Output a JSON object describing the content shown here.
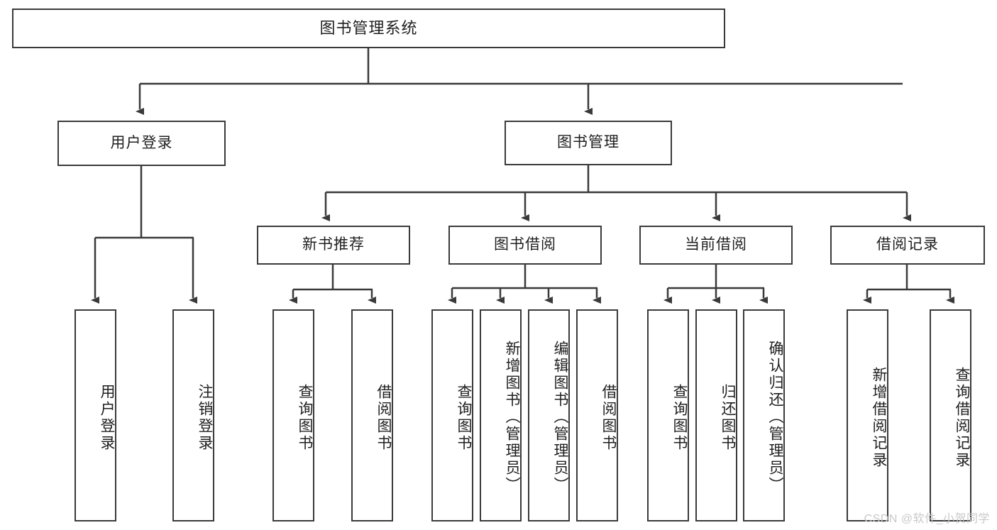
{
  "diagram": {
    "type": "tree-hierarchy-chart",
    "title": "图书管理系统",
    "watermark": "CSDN @软件_小贺同学",
    "colors": {
      "stroke": "#3a3a3a",
      "fill": "#ffffff",
      "text": "#1f1f1f",
      "watermark": "#c9c9c9"
    },
    "levels": {
      "level1": [
        {
          "id": "root",
          "label": "图书管理系统"
        }
      ],
      "level2": [
        {
          "id": "user-login",
          "label": "用户登录"
        },
        {
          "id": "book-manage",
          "label": "图书管理"
        }
      ],
      "level3": [
        {
          "id": "new-book-rec",
          "label": "新书推荐"
        },
        {
          "id": "book-borrow",
          "label": "图书借阅"
        },
        {
          "id": "current-borrow",
          "label": "当前借阅"
        },
        {
          "id": "borrow-record",
          "label": "借阅记录"
        }
      ],
      "level4": [
        {
          "id": "leaf-user-login",
          "label": "用户登录",
          "parent": "user-login"
        },
        {
          "id": "leaf-logout-login",
          "label": "注销登录",
          "parent": "user-login"
        },
        {
          "id": "leaf-query-book-1",
          "label": "查询图书",
          "parent": "new-book-rec"
        },
        {
          "id": "leaf-borrow-book-1",
          "label": "借阅图书",
          "parent": "new-book-rec"
        },
        {
          "id": "leaf-query-book-2",
          "label": "查询图书",
          "parent": "book-borrow"
        },
        {
          "id": "leaf-add-book",
          "label": "新增图书（管理员）",
          "parent": "book-borrow"
        },
        {
          "id": "leaf-edit-book",
          "label": "编辑图书（管理员）",
          "parent": "book-borrow"
        },
        {
          "id": "leaf-borrow-book-2",
          "label": "借阅图书",
          "parent": "book-borrow"
        },
        {
          "id": "leaf-query-book-3",
          "label": "查询图书",
          "parent": "current-borrow"
        },
        {
          "id": "leaf-return-book",
          "label": "归还图书",
          "parent": "current-borrow"
        },
        {
          "id": "leaf-confirm-return",
          "label": "确认归还（管理员）",
          "parent": "current-borrow"
        },
        {
          "id": "leaf-add-record",
          "label": "新增借阅记录",
          "parent": "borrow-record"
        },
        {
          "id": "leaf-query-record",
          "label": "查询借阅记录",
          "parent": "borrow-record"
        }
      ]
    }
  }
}
